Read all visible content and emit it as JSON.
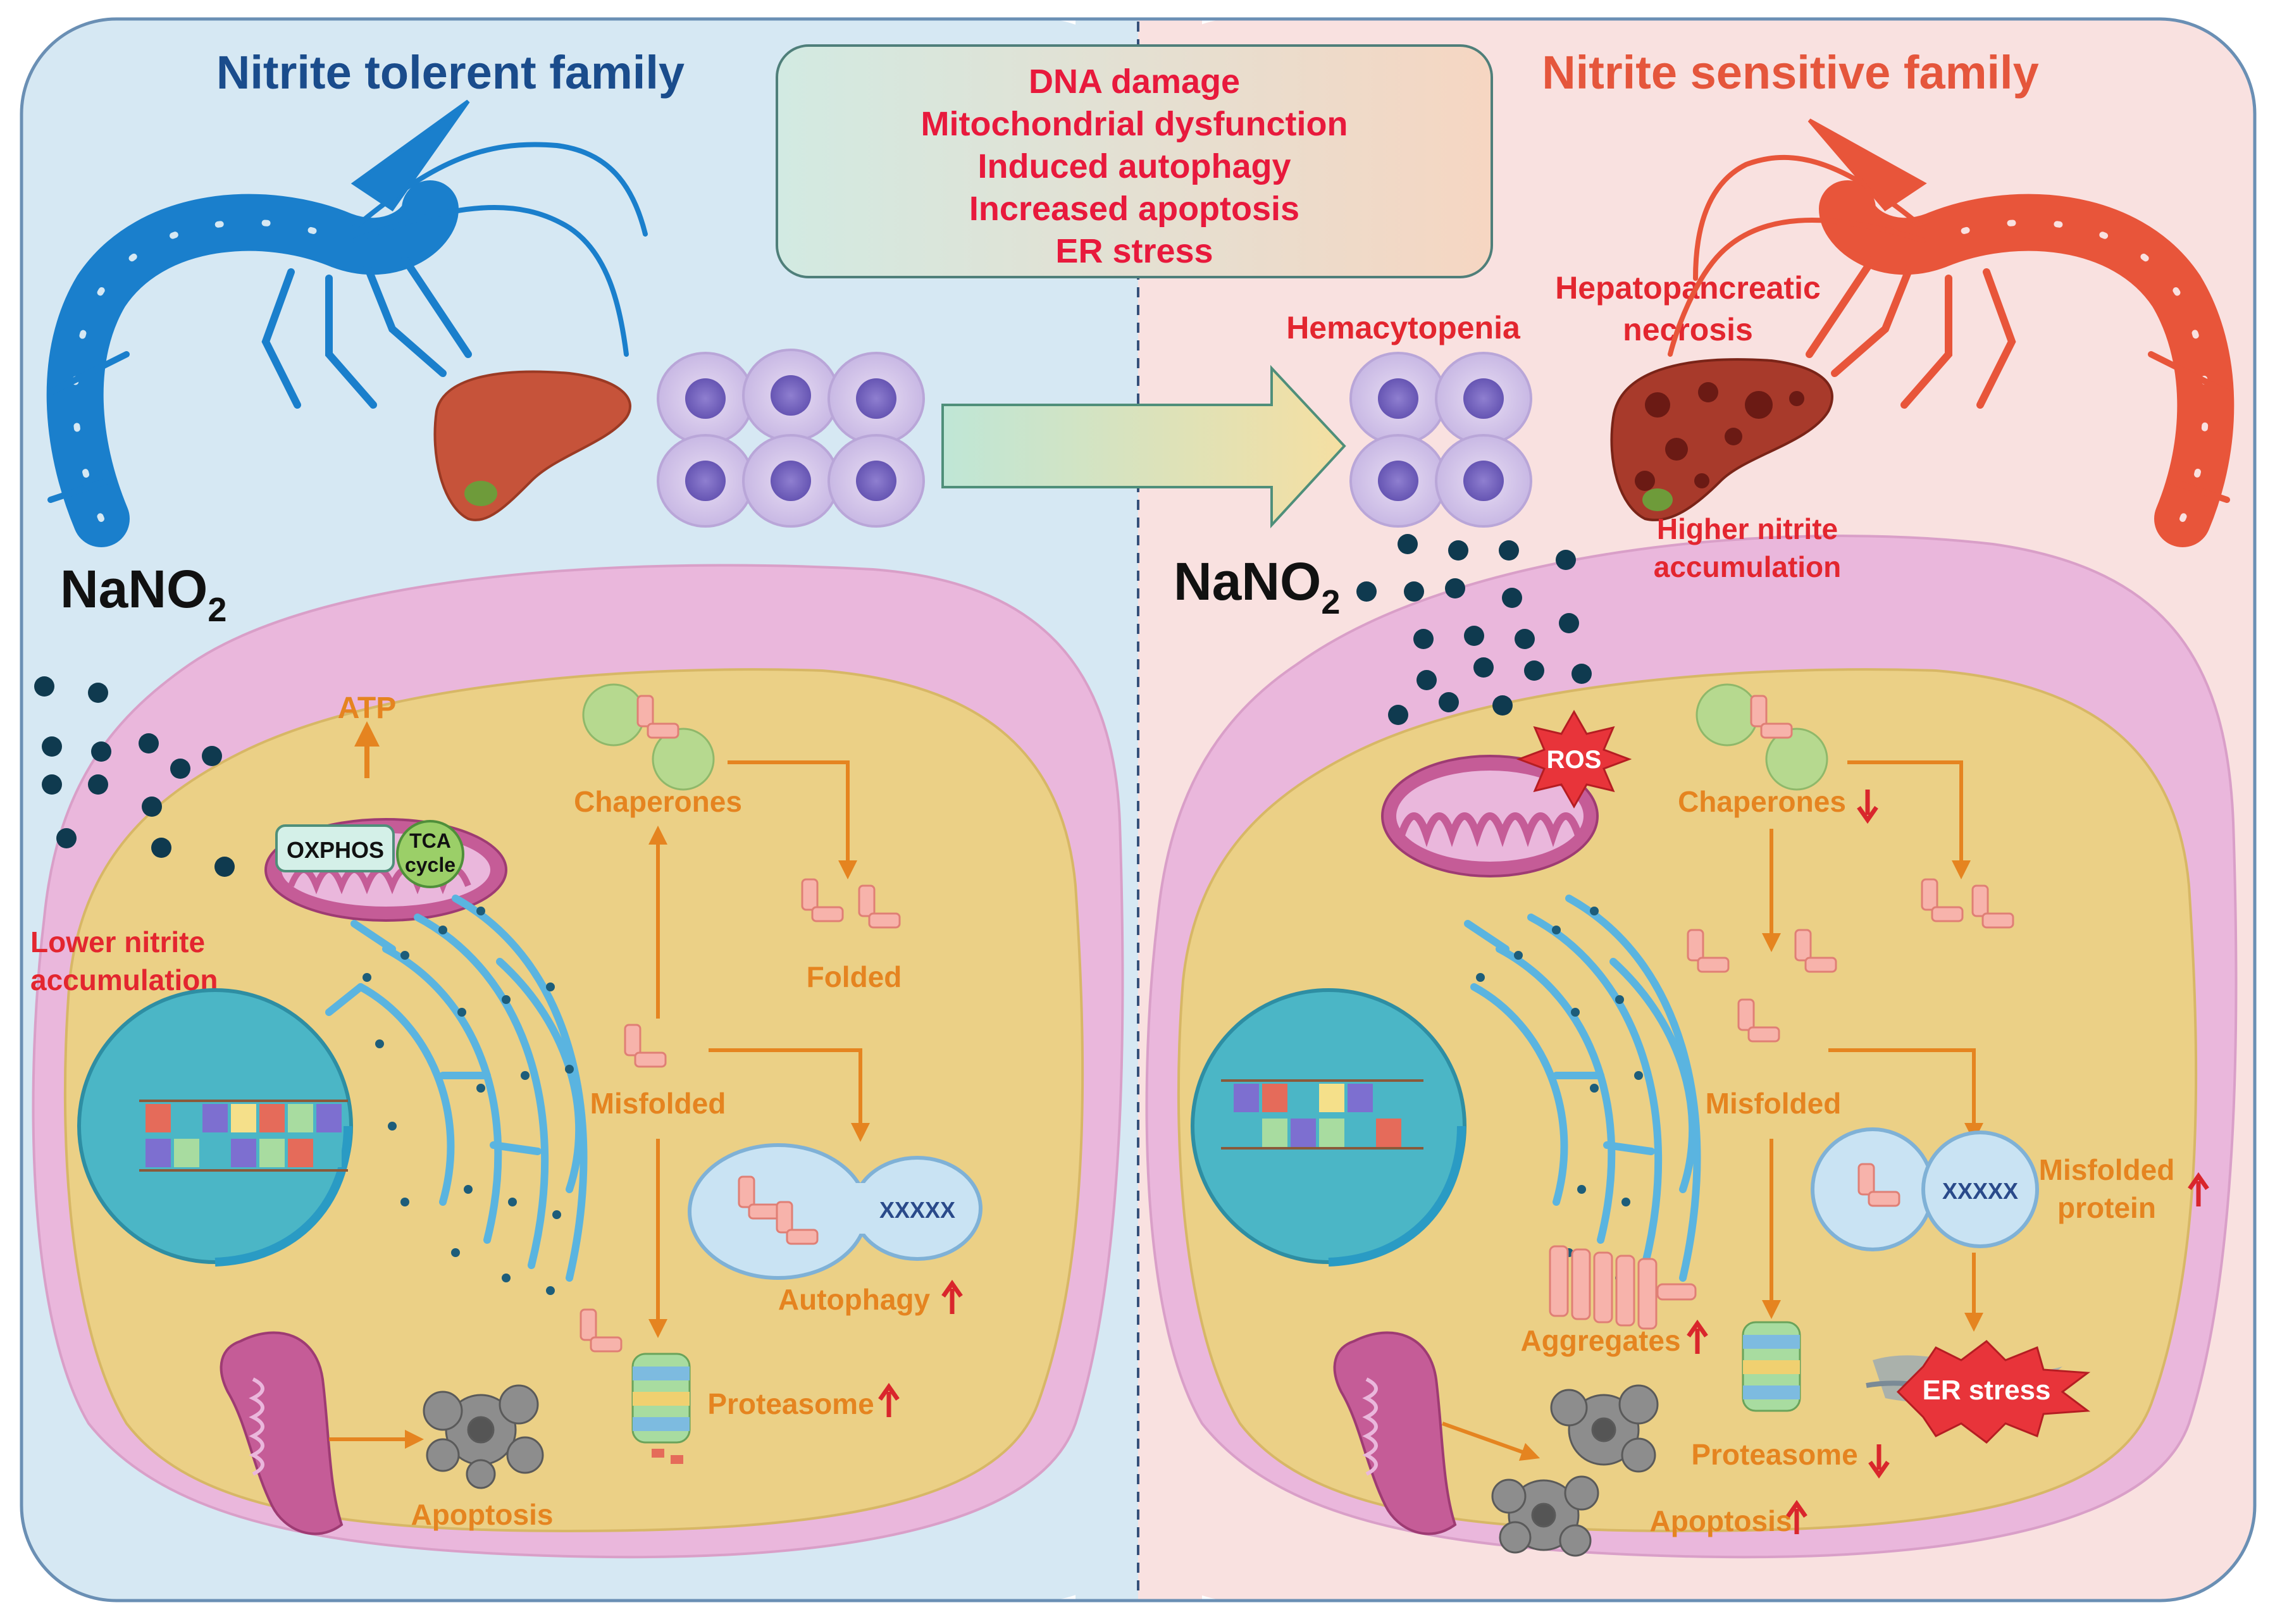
{
  "left_panel": {
    "title": "Nitrite tolerent family",
    "compound": "NaNO",
    "compound_sub": "2",
    "accumulation_line1": "Lower nitrite",
    "accumulation_line2": "accumulation",
    "atp": "ATP",
    "oxphos": "OXPHOS",
    "tca_line1": "TCA",
    "tca_line2": "cycle",
    "chaperones": "Chaperones",
    "folded": "Folded",
    "misfolded": "Misfolded",
    "autophagy": "Autophagy",
    "autophagy_marker": "XXXXX",
    "proteasome": "Proteasome",
    "apoptosis": "Apoptosis"
  },
  "effects_box": {
    "items": [
      "DNA damage",
      "Mitochondrial dysfunction",
      "Induced autophagy",
      "Increased apoptosis",
      "ER stress"
    ]
  },
  "right_panel": {
    "title": "Nitrite sensitive family",
    "compound": "NaNO",
    "compound_sub": "2",
    "hemacytopenia": "Hemacytopenia",
    "necrosis_line1": "Hepatopancreatic",
    "necrosis_line2": "necrosis",
    "accumulation_line1": "Higher nitrite",
    "accumulation_line2": "accumulation",
    "ros": "ROS",
    "chaperones": "Chaperones",
    "misfolded": "Misfolded",
    "misfolded_protein_line1": "Misfolded",
    "misfolded_protein_line2": "protein",
    "autophagy_marker": "XXXXX",
    "aggregates": "Aggregates",
    "proteasome": "Proteasome",
    "er_stress": "ER stress",
    "apoptosis": "Apoptosis"
  },
  "colors": {
    "left_bg": "#d6e8f3",
    "right_bg": "#f9e1e0",
    "tolerant_title": "#1a4c8c",
    "sensitive_title": "#e5563c",
    "effect_text": "#e8193c",
    "label_orange": "#e58420",
    "label_red": "#e3262f",
    "shrimp_blue": "#1a7fcc",
    "shrimp_red": "#e8553a",
    "cell_membrane": "#eab7dc",
    "cytoplasm": "#ebd086",
    "nucleus": "#4bb6c6"
  }
}
